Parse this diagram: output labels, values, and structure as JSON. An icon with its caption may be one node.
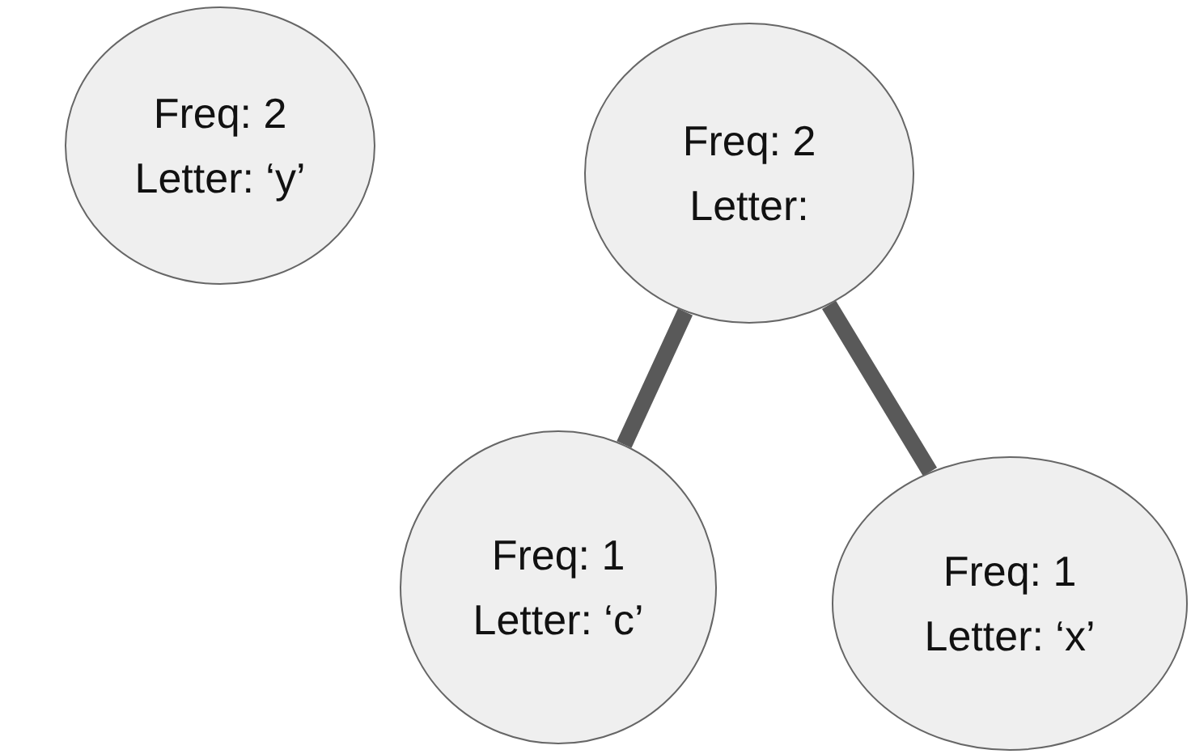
{
  "diagram": {
    "nodes": [
      {
        "text": [
          "Freq: 2",
          "Letter: ‘y’"
        ]
      },
      {
        "text": [
          "Freq: 2",
          "Letter:"
        ]
      },
      {
        "text": [
          "Freq: 1",
          "Letter: ‘c’"
        ]
      },
      {
        "text": [
          "Freq: 1",
          "Letter: ‘x’"
        ]
      }
    ],
    "edges": [
      {
        "from": 1,
        "to": 2,
        "arrow": "none"
      },
      {
        "from": 1,
        "to": 3,
        "arrow": "none"
      }
    ]
  }
}
